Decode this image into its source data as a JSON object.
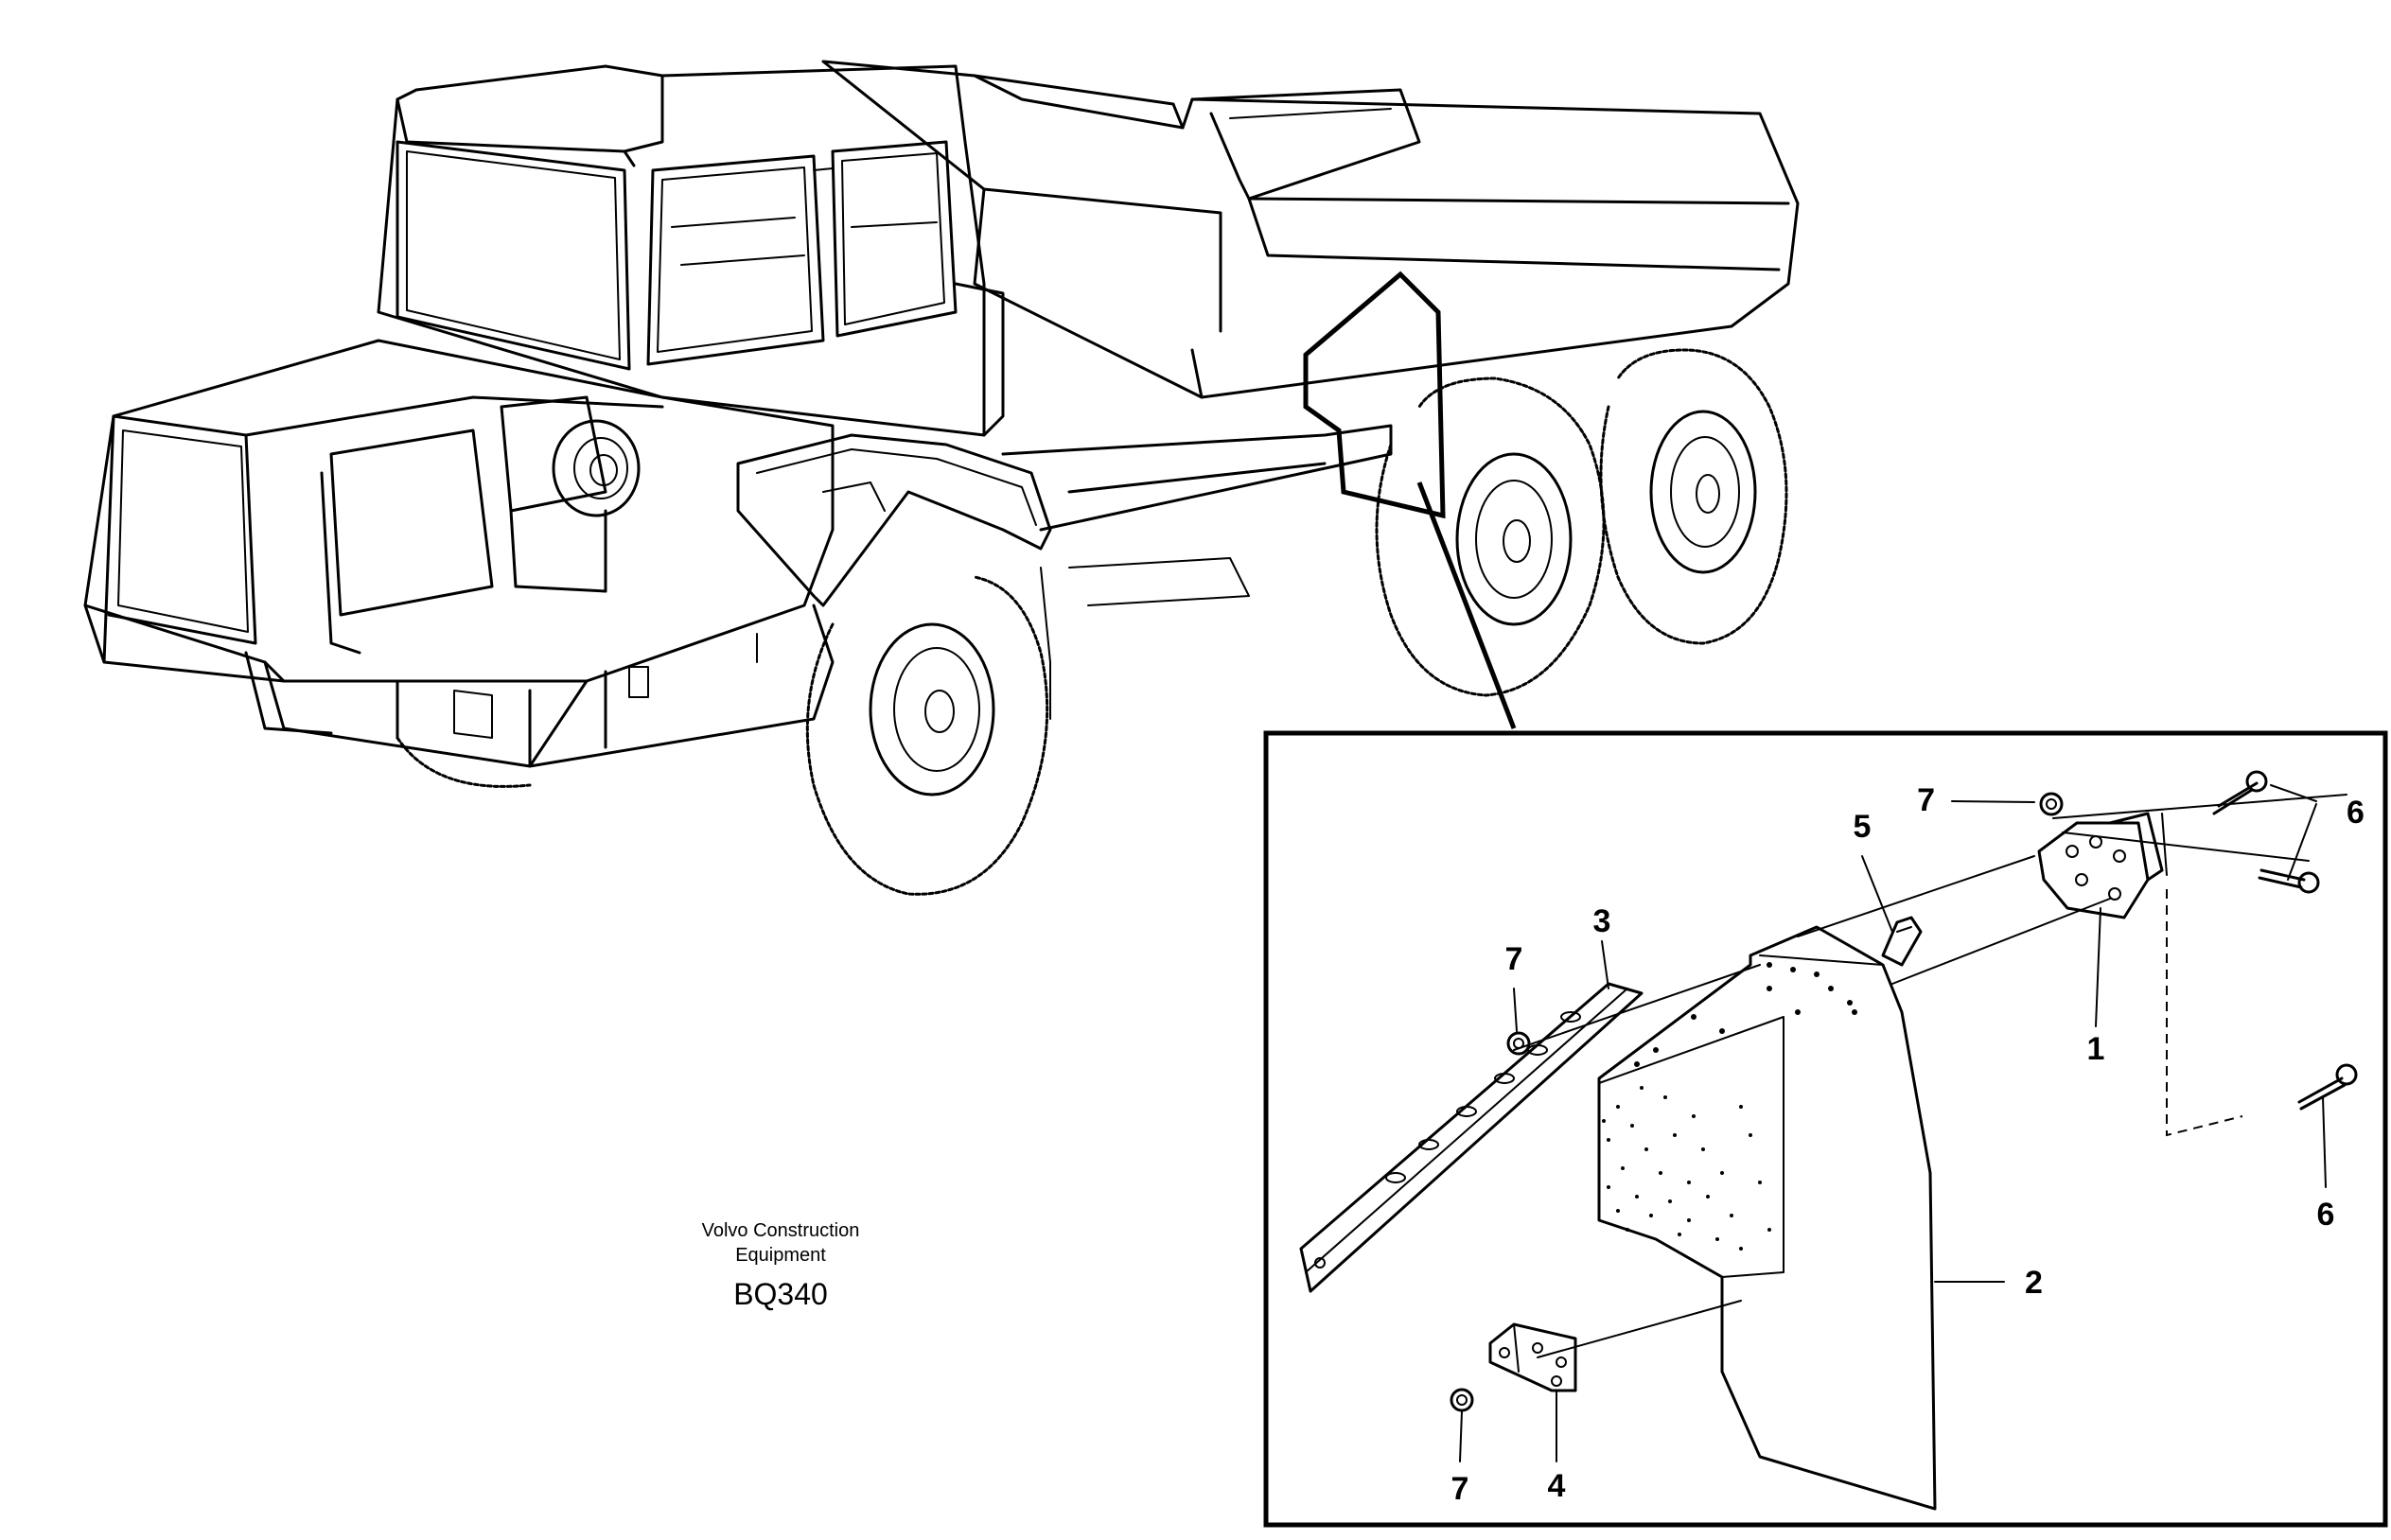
{
  "credit": {
    "line1": "Volvo Construction",
    "line2": "Equipment"
  },
  "figure_code": "BQ340",
  "callouts": {
    "c1": "1",
    "c2": "2",
    "c3": "3",
    "c4": "4",
    "c5": "5",
    "c6a": "6",
    "c6b": "6",
    "c7a": "7",
    "c7b": "7",
    "c7c": "7"
  }
}
